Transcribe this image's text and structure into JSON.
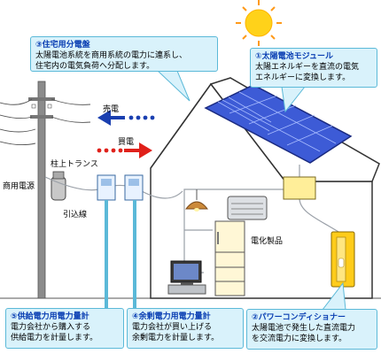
{
  "callouts": {
    "distribution_panel": {
      "title": "③住宅用分電盤",
      "body": "太陽電池系統を商用系統の電力に連系し、\n住宅内の電気負荷へ分配します。"
    },
    "solar_module": {
      "title": "①太陽電池モジュール",
      "body": "太陽エネルギーを直流の電気\nエネルギーに変換します。"
    },
    "power_conditioner": {
      "title": "②パワーコンディショナー",
      "body": "太陽電池で発生した直流電力\nを交流電力に変換します。"
    },
    "purchase_meter": {
      "title": "⑤供給電力用電力量計",
      "body": "電力会社から購入する\n供給電力を計量します。"
    },
    "surplus_meter": {
      "title": "④余剰電力用電力量計",
      "body": "電力会社が買い上げる\n余剰電力を計量します。"
    }
  },
  "labels": {
    "sell": "売電",
    "buy": "買電",
    "pole_transformer": "柱上トランス",
    "commercial_power": "商用電源",
    "service_line": "引込線",
    "appliances": "電化製品"
  },
  "colors": {
    "sell_arrow": "#1a3fb0",
    "buy_arrow": "#e0201a",
    "callout_fill": "#d9f2fb",
    "callout_border": "#5bb9d8",
    "callout_title": "#0a3fb3",
    "panel": "#3d5bd6",
    "sun": "#ffd21a",
    "power_conditioner": "#ffcc1a"
  }
}
